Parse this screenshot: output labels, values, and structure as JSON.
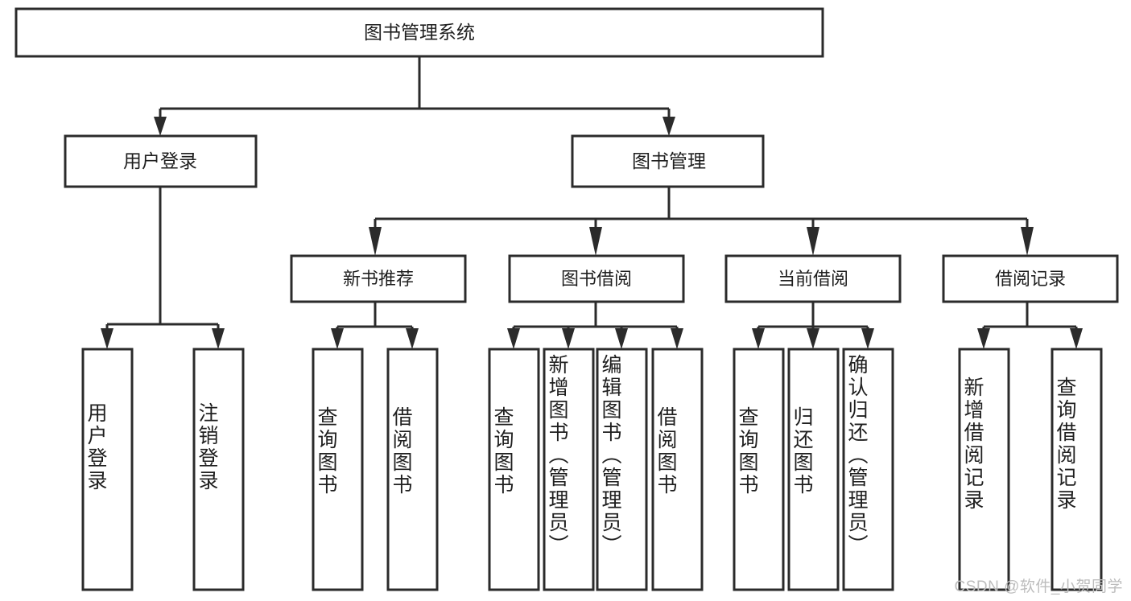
{
  "diagram": {
    "type": "tree",
    "title": "图书管理系统",
    "watermark": "CSDN @软件_小贺同学",
    "root": {
      "label": "图书管理系统"
    },
    "level2": [
      {
        "label": "用户登录"
      },
      {
        "label": "图书管理"
      }
    ],
    "level3": [
      {
        "label": "新书推荐",
        "parent": "图书管理"
      },
      {
        "label": "图书借阅",
        "parent": "图书管理"
      },
      {
        "label": "当前借阅",
        "parent": "图书管理"
      },
      {
        "label": "借阅记录",
        "parent": "图书管理"
      }
    ],
    "leaves": {
      "user_login": [
        {
          "label": "用户登录"
        },
        {
          "label": "注销登录"
        }
      ],
      "new_book_recommend": [
        {
          "label": "查询图书"
        },
        {
          "label": "借阅图书"
        }
      ],
      "book_borrow": [
        {
          "label": "查询图书"
        },
        {
          "label": "新增图书（管理员）"
        },
        {
          "label": "编辑图书（管理员）"
        },
        {
          "label": "借阅图书"
        }
      ],
      "current_borrow": [
        {
          "label": "查询图书"
        },
        {
          "label": "归还图书"
        },
        {
          "label": "确认归还（管理员）"
        }
      ],
      "borrow_record": [
        {
          "label": "新增借阅记录"
        },
        {
          "label": "查询借阅记录"
        }
      ]
    },
    "colors": {
      "stroke": "#2b2b2b",
      "fill": "#ffffff",
      "text": "#1f1f1f",
      "watermark": "#bdbdbd",
      "background": "#ffffff"
    }
  }
}
